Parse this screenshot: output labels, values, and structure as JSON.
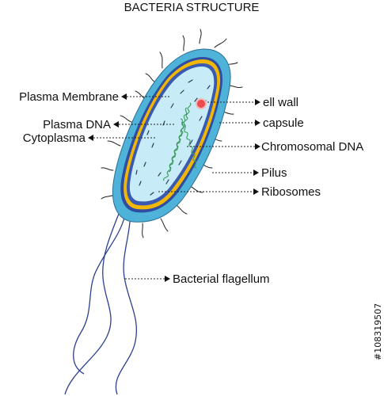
{
  "title": "BACTERIA STRUCTURE",
  "labels": {
    "plasma_membrane": "Plasma Membrane",
    "plasma_dna": "Plasma DNA",
    "cytoplasma": "Cytoplasma",
    "cell_wall": "ell wall",
    "capsule": "capsule",
    "chromosomal_dna": "Chromosomal DNA",
    "pilus": "Pilus",
    "ribosomes": "Ribosomes",
    "bacterial_flagellum": "Bacterial flagellum"
  },
  "watermark": {
    "stock_id": "#108319507"
  },
  "colors": {
    "capsule": "#4fb3d9",
    "cell_wall_yellow": "#f2b705",
    "cell_wall_blue": "#2f4ea1",
    "cytoplasm": "#c7ecf7",
    "chromosomal_dna": "#3c9a5f",
    "plasmid": "#ea4b4b",
    "flagellum": "#2b3f8f"
  }
}
